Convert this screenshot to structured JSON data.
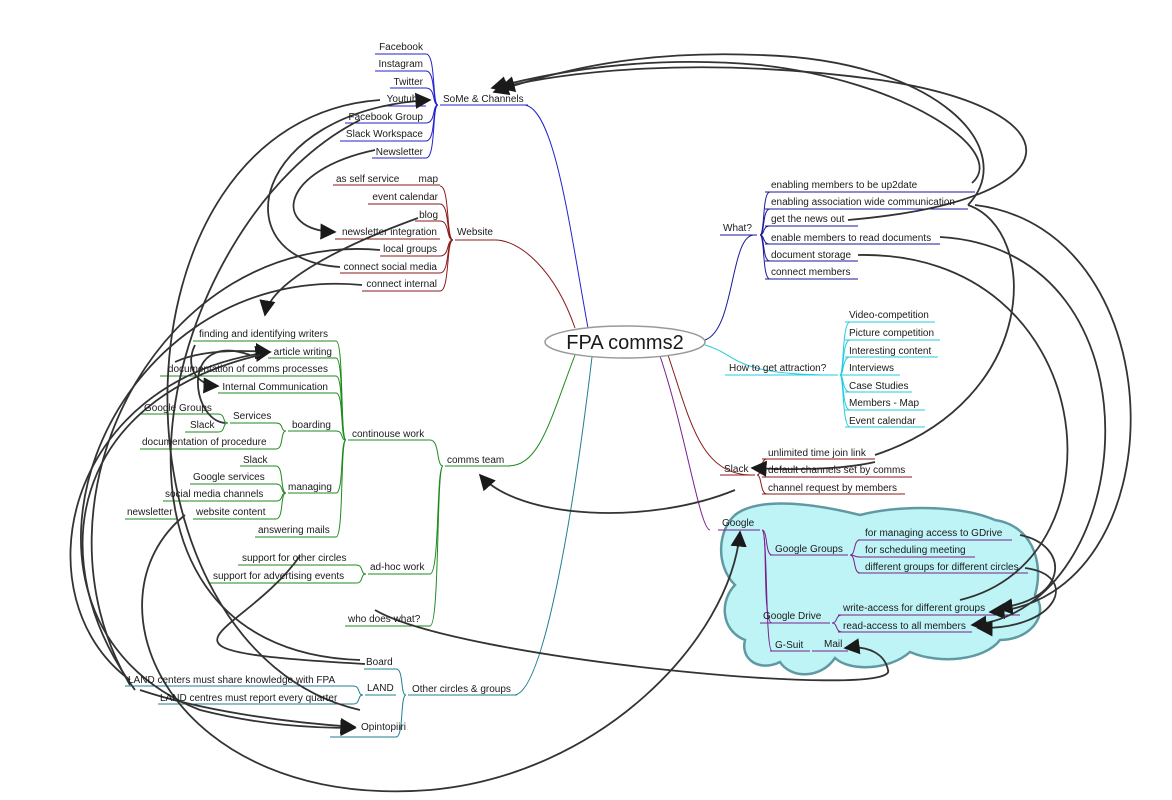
{
  "root": "FPA comms2",
  "colors": {
    "some": "#2222cc",
    "website": "#8b1a1a",
    "team": "#1f8a1f",
    "other": "#1f7f8f",
    "what": "#1a1a99",
    "attraction": "#22ccdd",
    "slack": "#8b1a1a",
    "google": "#7a1f8f",
    "cloud_fill": "#bff4f7",
    "cloud_stroke": "#5f9aa3",
    "link": "#333333"
  },
  "nodes": {
    "some": "SoMe & Channels",
    "facebook": "Facebook",
    "instagram": "Instagram",
    "twitter": "Twitter",
    "youtube": "Youtube",
    "facebook_group": "Facebook Group",
    "slack_workspace": "Slack Workspace",
    "newsletter": "Newsletter",
    "website": "Website",
    "as_self_service": "as self service",
    "map": "map",
    "event_calendar": "event calendar",
    "blog": "blog",
    "newsletter_integration": "newsletter integration",
    "local_groups": "local groups",
    "connect_social_media": "connect social media",
    "connect_internal": "connect internal",
    "comms_team": "comms team",
    "continouse_work": "continouse work",
    "finding_writers": "finding and identifying writers",
    "article_writing": "article writing",
    "doc_comms": "documentation of  comms processes",
    "internal_comm": "Internal Communication",
    "boarding": "boarding",
    "services": "Services",
    "google_groups_b": "Google Groups",
    "slack_b": "Slack",
    "doc_procedure": "documentation of procedure",
    "managing": "managing",
    "slack_m": "Slack",
    "google_services": "Google services",
    "social_media_channels": "social media channels",
    "website_content": "website content",
    "newsletter_m": "newsletter",
    "answering_mails": "answering mails",
    "adhoc": "ad-hoc work",
    "support_circles": "support for other circles",
    "support_events": "support for advertising events",
    "who_does_what": "who does what?",
    "other_circles": "Other circles & groups",
    "board": "Board",
    "land": "LAND",
    "land_share": "LAND centers must share knowledge with FPA",
    "land_report": "LAND centres must report every quarter",
    "opintopiiri": "Opintopiiri",
    "what": "What?",
    "up2date": "enabling members to be up2date",
    "assoc_wide": "enabling association wide communication",
    "news_out": "get the news out",
    "read_docs": "enable members to read documents",
    "doc_storage": "document storage",
    "connect_members": "connect members",
    "attraction": "How to get attraction?",
    "video_comp": "Video-competition",
    "picture_comp": "Picture competition",
    "interesting": "Interesting content",
    "interviews": "Interviews",
    "case_studies": "Case Studies",
    "members_map": "Members - Map",
    "event_cal2": "Event calendar",
    "slack": "Slack",
    "unlimited_join": "unlimited time join link",
    "default_channels": "default channels set by comms",
    "channel_request": "channel request by members",
    "google": "Google",
    "google_groups": "Google Groups",
    "gdrive_access": "for managing access to GDrive",
    "scheduling": "for scheduling meeting",
    "diff_groups": "different groups for different circles",
    "google_drive": "Google Drive",
    "write_access": "write-access for different groups",
    "read_access": "read-access to all members",
    "gsuit": "G-Suit",
    "mail": "Mail"
  }
}
